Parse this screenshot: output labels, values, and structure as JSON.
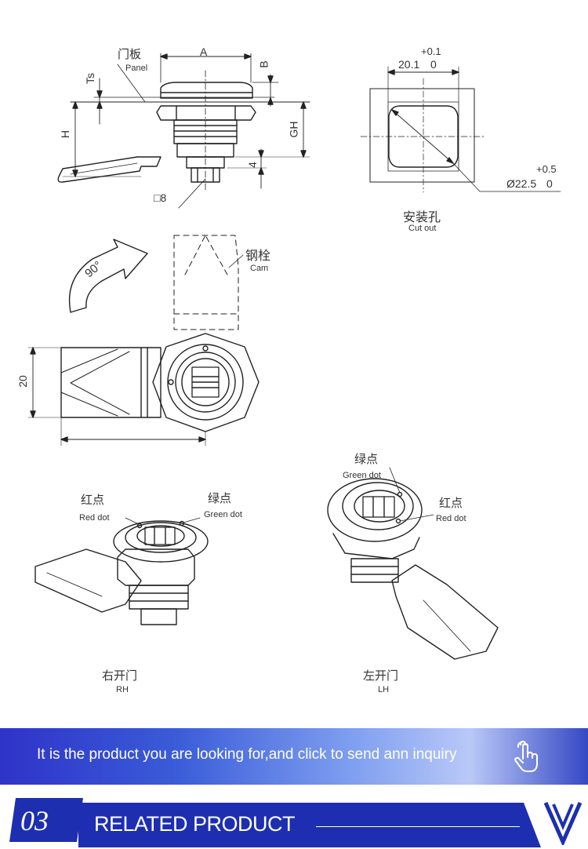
{
  "diagram": {
    "top": {
      "panel_cn": "门板",
      "panel_en": "Panel",
      "dim_a": "A",
      "dim_b": "B",
      "dim_ts": "Ts",
      "dim_h": "H",
      "dim_gh": "GH",
      "dim_4": "4",
      "square_8": "□8"
    },
    "cutout": {
      "width_value": "20.1",
      "width_tol_upper": "+0.1",
      "width_tol_lower": "0",
      "dia_value": "Ø22.5",
      "dia_tol_upper": "+0.5",
      "dia_tol_lower": "0",
      "label_cn": "安装孔",
      "label_en": "Cut out"
    },
    "cam": {
      "label_cn": "钢栓",
      "label_en": "Cam",
      "rotation": "90°",
      "dim_20": "20"
    },
    "rh": {
      "red_cn": "红点",
      "red_en": "Red dot",
      "green_cn": "绿点",
      "green_en": "Green dot",
      "title_cn": "右开门",
      "title_en": "RH"
    },
    "lh": {
      "green_cn": "绿点",
      "green_en": "Green dot",
      "red_cn": "红点",
      "red_en": "Red dot",
      "title_cn": "左开门",
      "title_en": "LH"
    }
  },
  "banner": {
    "text": "It is the product you are looking for,and click to send ann inquiry",
    "icon": "hand-pointer-icon"
  },
  "related": {
    "number": "03",
    "title": "RELATED PRODUCT",
    "icon": "chevron-down-icon"
  },
  "colors": {
    "accent_blue": "#1d2fb0",
    "banner_start": "#2f33c8",
    "banner_light": "#b9c8f7"
  }
}
